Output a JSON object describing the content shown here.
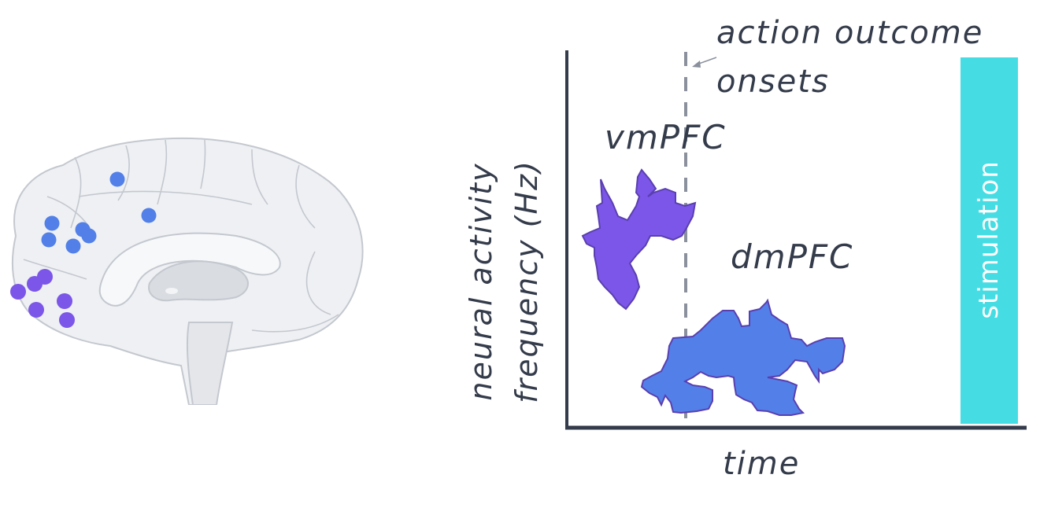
{
  "figure": {
    "brain": {
      "view": "medial sagittal brain",
      "dot_colors": {
        "dmPFC": "#5280e8",
        "vmPFC": "#7b56e8"
      },
      "dmPFC_dots": [
        [
          149,
          228
        ],
        [
          189,
          274
        ],
        [
          66,
          284
        ],
        [
          62,
          305
        ],
        [
          93,
          313
        ],
        [
          105,
          292
        ],
        [
          113,
          300
        ]
      ],
      "vmPFC_dots": [
        [
          57,
          352
        ],
        [
          44,
          361
        ],
        [
          23,
          371
        ],
        [
          46,
          394
        ],
        [
          82,
          383
        ],
        [
          85,
          407
        ]
      ]
    },
    "annotation": {
      "line1": "action outcome",
      "line2": "onsets",
      "arrow": "arrow-icon"
    },
    "regions": {
      "vm_label": "vmPFC",
      "dm_label": "dmPFC",
      "vm_color": "#7b56e8",
      "dm_color": "#5280e8",
      "outline": "#5a3fb0"
    },
    "axes": {
      "y_label": "neural activity frequency (Hz)",
      "y_line1": "neural activity",
      "y_line2": "frequency (Hz)",
      "x_label": "time",
      "axis_color": "#343b4a",
      "onset_line_color": "#8a909c"
    },
    "stimulation": {
      "label": "stimulation",
      "color": "#45dde3"
    }
  },
  "chart_data": {
    "type": "area",
    "title": "",
    "xlabel": "time",
    "ylabel": "neural activity frequency (Hz)",
    "annotations": [
      "action outcome onsets",
      "stimulation"
    ],
    "series": [
      {
        "name": "vmPFC",
        "color": "#7b56e8",
        "x_range": [
          0.05,
          0.28
        ],
        "y_range": [
          0.33,
          0.69
        ]
      },
      {
        "name": "dmPFC",
        "color": "#5280e8",
        "x_range": [
          0.17,
          0.61
        ],
        "y_range": [
          0.03,
          0.33
        ]
      }
    ],
    "markers": [
      {
        "name": "action outcome onset",
        "x": 0.26,
        "style": "dashed"
      },
      {
        "name": "stimulation",
        "x_range": [
          0.86,
          0.98
        ]
      }
    ]
  }
}
